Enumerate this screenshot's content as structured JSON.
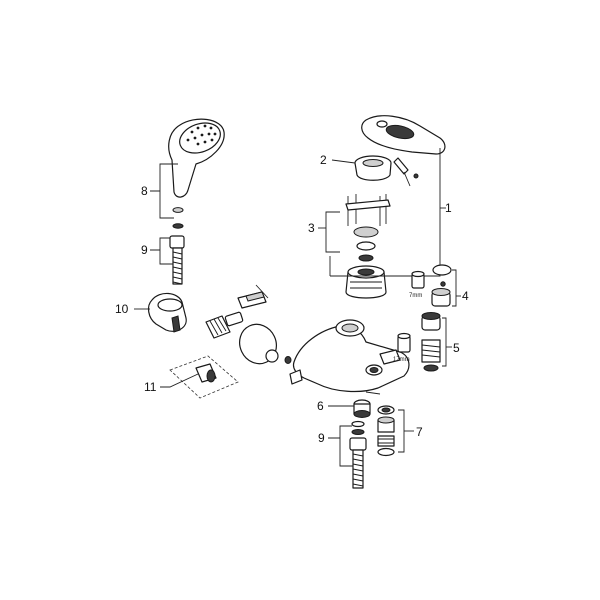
{
  "callouts": {
    "c1": "1",
    "c2": "2",
    "c3": "3",
    "c4": "4",
    "c5": "5",
    "c6": "6",
    "c7": "7",
    "c8": "8",
    "c9a": "9",
    "c9b": "9",
    "c10": "10",
    "c11": "11"
  },
  "dimensions": {
    "d7": "7mm",
    "d17": "17mm"
  }
}
